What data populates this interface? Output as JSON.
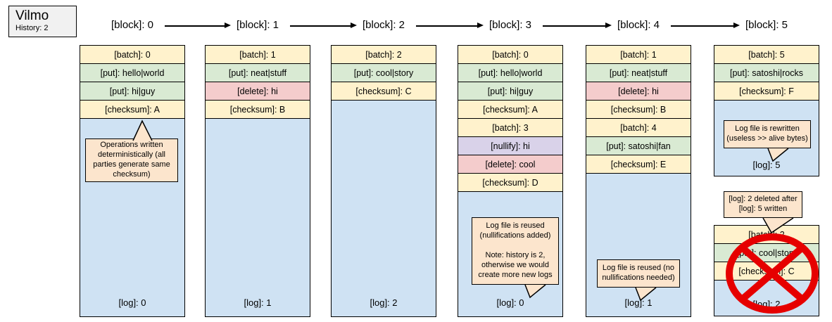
{
  "legend": {
    "title": "Vilmo",
    "subtitle": "History: 2"
  },
  "colors": {
    "batch": "#fff2cc",
    "put": "#d9ead3",
    "delete": "#f4cccc",
    "nullify": "#d9d2e9",
    "checksum": "#fff2cc",
    "log": "#cfe2f3",
    "callout": "#fce5cd",
    "cancel": "#e60000"
  },
  "blocks": [
    {
      "header": "[block]: 0",
      "rows": [
        {
          "type": "batch",
          "label": "[batch]: 0"
        },
        {
          "type": "put",
          "label": "[put]: hello|world"
        },
        {
          "type": "put",
          "label": "[put]: hi|guy"
        },
        {
          "type": "checksum",
          "label": "[checksum]: A"
        }
      ],
      "log_label": "[log]: 0",
      "callout": "Operations written\ndeterministically (all\nparties generate same\nchecksum)"
    },
    {
      "header": "[block]: 1",
      "rows": [
        {
          "type": "batch",
          "label": "[batch]: 1"
        },
        {
          "type": "put",
          "label": "[put]: neat|stuff"
        },
        {
          "type": "delete",
          "label": "[delete]: hi"
        },
        {
          "type": "checksum",
          "label": "[checksum]: B"
        }
      ],
      "log_label": "[log]: 1"
    },
    {
      "header": "[block]: 2",
      "rows": [
        {
          "type": "batch",
          "label": "[batch]: 2"
        },
        {
          "type": "put",
          "label": "[put]: cool|story"
        },
        {
          "type": "checksum",
          "label": "[checksum]: C"
        }
      ],
      "log_label": "[log]: 2"
    },
    {
      "header": "[block]: 3",
      "rows": [
        {
          "type": "batch",
          "label": "[batch]: 0"
        },
        {
          "type": "put",
          "label": "[put]: hello|world"
        },
        {
          "type": "put",
          "label": "[put]: hi|guy"
        },
        {
          "type": "checksum",
          "label": "[checksum]: A"
        },
        {
          "type": "batch",
          "label": "[batch]: 3"
        },
        {
          "type": "nullify",
          "label": "[nullify]: hi"
        },
        {
          "type": "delete",
          "label": "[delete]: cool"
        },
        {
          "type": "checksum",
          "label": "[checksum]: D"
        }
      ],
      "log_label": "[log]: 0",
      "callout": "Log file is reused\n(nullifications added)\n\nNote: history is 2,\notherwise we would\ncreate more new logs"
    },
    {
      "header": "[block]: 4",
      "rows": [
        {
          "type": "batch",
          "label": "[batch]: 1"
        },
        {
          "type": "put",
          "label": "[put]: neat|stuff"
        },
        {
          "type": "delete",
          "label": "[delete]: hi"
        },
        {
          "type": "checksum",
          "label": "[checksum]: B"
        },
        {
          "type": "batch",
          "label": "[batch]: 4"
        },
        {
          "type": "put",
          "label": "[put]: satoshi|fan"
        },
        {
          "type": "checksum",
          "label": "[checksum]: E"
        }
      ],
      "log_label": "[log]: 1",
      "callout": "Log file is reused (no\nnullifications needed)"
    },
    {
      "header": "[block]: 5",
      "rows": [
        {
          "type": "batch",
          "label": "[batch]: 5"
        },
        {
          "type": "put",
          "label": "[put]: satoshi|rocks"
        },
        {
          "type": "checksum",
          "label": "[checksum]: F"
        }
      ],
      "log_label": "[log]: 5",
      "callout": "Log file is rewritten\n(useless >> alive bytes)"
    }
  ],
  "deleted_stack": {
    "callout": "[log]: 2 deleted after\n[log]: 5 written",
    "rows": [
      {
        "type": "batch",
        "label": "[batch]: 2"
      },
      {
        "type": "put",
        "label": "[put]: cool|story"
      },
      {
        "type": "checksum",
        "label": "[checksum]: C"
      }
    ],
    "log_label": "[log]: 2",
    "cancel_icon": "red-cross-circle"
  }
}
